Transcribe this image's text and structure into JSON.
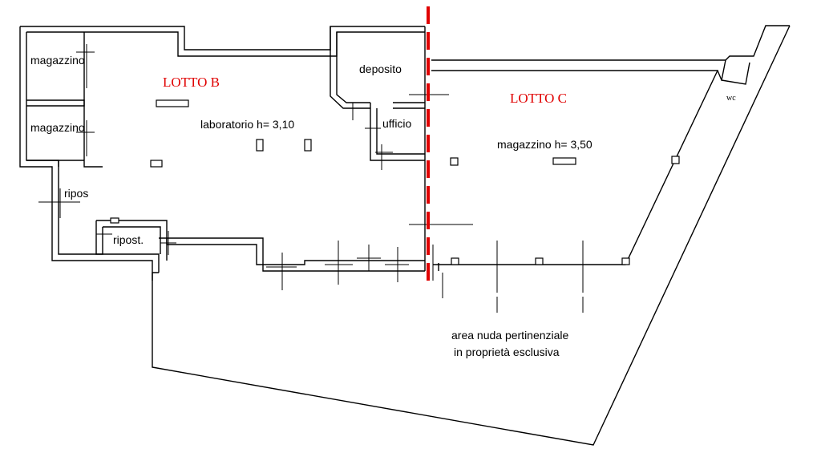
{
  "colors": {
    "lotto_label": "#e00000",
    "divider": "#e00000",
    "walls": "#000000"
  },
  "lots": {
    "lotto_b": "LOTTO B",
    "lotto_c": "LOTTO C"
  },
  "rooms": {
    "magazzino_1": "magazzino",
    "magazzino_2": "magazzino",
    "laboratorio": "laboratorio h= 3,10",
    "deposito": "deposito",
    "ufficio": "ufficio",
    "ripos": "ripos",
    "ripost": "ripost.",
    "magazzino_c": "magazzino h= 3,50",
    "wc": "wc"
  },
  "area": {
    "line1": "area nuda pertinenziale",
    "line2": "in proprietà esclusiva"
  }
}
